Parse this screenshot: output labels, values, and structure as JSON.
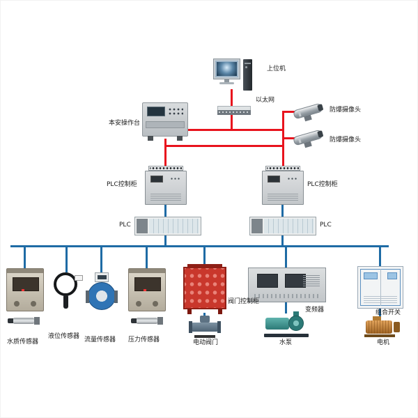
{
  "diagram": {
    "colors": {
      "signal_line_red": "#e8131d",
      "bus_line_blue": "#1e6ba5"
    },
    "nodes": {
      "host": {
        "label": "上位机"
      },
      "ethernet": {
        "label": "以太网"
      },
      "console": {
        "label": "本安操作台"
      },
      "camera1": {
        "label": "防爆摄像头"
      },
      "camera2": {
        "label": "防爆摄像头"
      },
      "plc_cabinet_left": {
        "label": "PLC控制柜"
      },
      "plc_cabinet_right": {
        "label": "PLC控制柜"
      },
      "plc_rack_left": {
        "label": "PLC"
      },
      "plc_rack_right": {
        "label": "PLC"
      },
      "water_quality_sensor": {
        "label": "水质传感器"
      },
      "level_sensor": {
        "label": "液位传感器"
      },
      "flow_sensor": {
        "label": "流量传感器"
      },
      "pressure_sensor": {
        "label": "压力传感器"
      },
      "valve_cabinet": {
        "label": "阀门控制柜"
      },
      "electric_valve": {
        "label": "电动阀门"
      },
      "inverter": {
        "label": "变频器"
      },
      "water_pump": {
        "label": "水泵"
      },
      "combination_switch": {
        "label": "组合开关"
      },
      "motor": {
        "label": "电机"
      }
    }
  }
}
